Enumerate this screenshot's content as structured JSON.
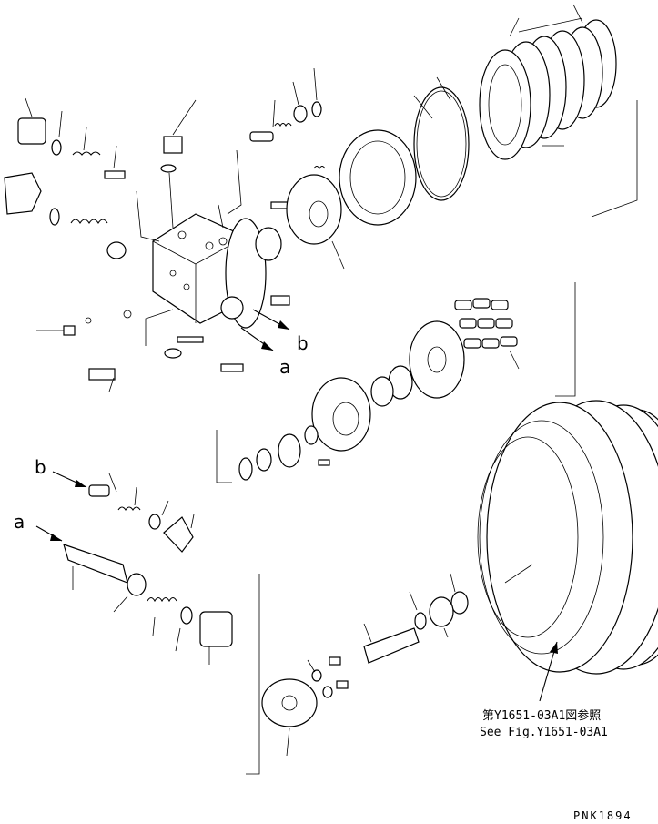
{
  "diagram": {
    "callouts": {
      "b_upper": "b",
      "a_upper": "a",
      "b_lower": "b",
      "a_lower": "a"
    },
    "reference_note": {
      "japanese": "第Y1651-03A1図参照",
      "english": "See Fig.Y1651-03A1"
    },
    "drawing_number": "PNK1894"
  }
}
